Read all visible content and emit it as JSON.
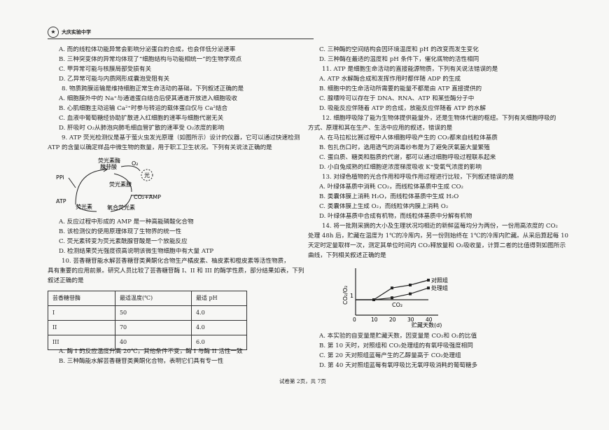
{
  "header": {
    "school": "大庆实验中学"
  },
  "left": {
    "lines": [
      "A. 而的线粒体功能异常会影响分泌蛋白的合成，也会伴低分泌速率",
      "B. 三种突变体的异常均体现了“细胞结构与功能相统一”的生物学观点",
      "C. 甲异常可能与核膜局部受损有关",
      "D. 乙异常可能与内质网形成囊泡受阻有关",
      "8. 物质跨膜运输是维持细胞正常生命活动的基础，下列叙述正确的是",
      "A. 细胞膜外中的 Na⁺与通道蛋白结合后使其通道开放进入细胞吸收",
      "B. 心肌细胞主动运输 Ca²⁺时参与转运的载体蛋白仅与 Ca²结合",
      "C. 血液中葡萄糖经协助扩散进入红细胞的速率与细胞代谢无关",
      "D. 肝吸时 O₂从肺泡向肺毛细血管扩散的速率受 O₂浓度的影响",
      "9. ATP 荧光检测仪是基于萤火虫发光原理（如图所示）设计的仪器，它可以通过快速检测",
      "ATP 的含量以确定样品中微生物的数量，用于职工卫生状况。下列有关说法正确的是"
    ],
    "after_fig": [
      "A. 反应过程中形成的 AMP 是一种高能磷酸化合物",
      "B. 该检测仪的使用原理体现了生物界的统一性",
      "C. 荧光素转变为荧光素酰腺苷酸是一个放能反应",
      "D. 检测结果荧光强度很高说明该微生物细胞中有大量 ATP",
      "10. 芸香糖苷能水解芸香糖苷类黄酮化合物生产橘皮素、柚皮素和橙皮素等活性物质，",
      "具有重要的应用前景。研究人员比较了芸香糖苷酶 I、II 和 III 的酶学性质，部分结果如表，下列",
      "叙述正确的是"
    ],
    "table": {
      "headers": [
        "芸香糖苷酶",
        "最适温度(℃)",
        "最适 pH"
      ],
      "rows": [
        [
          "I",
          "50",
          "4.0"
        ],
        [
          "II",
          "70",
          "4.0"
        ],
        [
          "III",
          "40",
          "6.0"
        ]
      ]
    },
    "after_table": [
      "A. 酶 I 的反应温度升高 20℃，其他条件不变，酶 I 与酶 II 活性一致",
      "B. 三种酶能水解芸香糖苷类黄酮化合物，表明它们具有专一性"
    ],
    "figure_labels": {
      "luciferase": "荧光素酶",
      "adenylate": "腺苷酸",
      "o2": "O₂",
      "ppi": "PPi",
      "atp": "ATP",
      "luciferin_adenylate": "荧光素腺",
      "co2_amp": "CO₂+AMP",
      "luciferin": "荧光素",
      "oxyluciferin": "氧合荧光素",
      "light": "光"
    }
  },
  "right": {
    "lines": [
      "C. 三种酶的空间结构会因环境温度和 pH 的改变而发生变化",
      "D. 三种酶在最适的温度和 pH 条件下，催化底物的活性相同",
      "11. ATP 是细胞生命活动的直接能源物质，下列有关说法错误的是",
      "A. ATP 水解酶合成和发挥作用时都伴随 ADP 的生成",
      "B. 细胞中的生命活动所需要的能量不都是由 ATP 直接提供的",
      "C. 腺嘌呤可以存在于 DNA、RNA、ATP 和某些酶分子中",
      "D. 吸能反应伴随着 ATP 的合成，放能反应伴随着 ATP 的水解",
      "12. 细胞呼吸除了能为生物体提供能量外，还是生物体代谢的枢纽。下列有关细胞呼吸的",
      "方式、原理和其在生产、生活中应用的叙述，错误的是",
      "A. 在马拉松比赛过程中人体细胞呼吸产生的 CO₂都来自线粒体基质",
      "B. 包扎伤口时，选用透气的消毒纱布是为了避免厌氧菌大量繁殖",
      "C. 蛋白质、糖类和脂质的代谢，都可以通过细胞呼吸过程联系起来",
      "D. 小白兔成熟的红细胞逆浓度梯度吸收 K⁺受氧气浓度的影响",
      "13. 对绿色植物的光合作用和呼吸作用过程进行比较，下列叙述错误的是",
      "A. 叶绿体基质中消耗 CO₂，而线粒体基质中生成 CO₂",
      "B. 类囊体膜上消耗 H₂O，而线粒体基质中生成 H₂O",
      "C. 类囊体膜上生成 O₂，而线粒体内膜上消耗 O₂",
      "D. 叶绿体基质中合成有机物，而线粒体基质中分解有机物",
      "14. 将一批刚采摘的大小及生理状况均相近的新鲜蓝莓均分为两份，一份用高浓度的 CO₂",
      "处理 48h 后，贮藏在温度为 1℃的冷库内，另一份则始终在 1℃的冷库内贮藏。从采后算起每 10",
      "天定时定量取样一次，测定其单位时间内 CO₂释放量和 O₂吸收量，计算二者的比值得到如图所示",
      "曲线，下列相关叙述正确的是"
    ],
    "after_chart": [
      "A. 本实验的自变量是贮藏天数，因变量是 CO₂和 O₂的比值",
      "B. 第 10 天时，对照组和 CO₂处理组的有氧呼吸强度相同",
      "C. 第 20 天对照组蓝莓产生的乙醇量高于 CO₂处理组",
      "D. 第 40 天对照组蓝莓有氧呼吸比无氧呼吸消耗的葡萄糖多"
    ]
  },
  "chart_data": {
    "type": "line",
    "xlabel": "贮藏天数(d)",
    "ylabel": "CO₂/O₂",
    "x": [
      0,
      10,
      20,
      30,
      40
    ],
    "xticks": [
      "0",
      "10",
      "20",
      "30",
      "40"
    ],
    "series": [
      {
        "name": "对照组",
        "values": [
          1.0,
          1.0,
          1.6,
          1.75,
          2.0
        ]
      },
      {
        "name": "处理组",
        "values": [
          1.0,
          1.0,
          1.1,
          1.3,
          1.6
        ]
      },
      {
        "name": "CO₂",
        "values": [
          1.0,
          1.0,
          1.0,
          1.0,
          1.0
        ]
      }
    ],
    "ytick": "1"
  },
  "footer": {
    "page": "试卷第 2页，共 7页"
  }
}
